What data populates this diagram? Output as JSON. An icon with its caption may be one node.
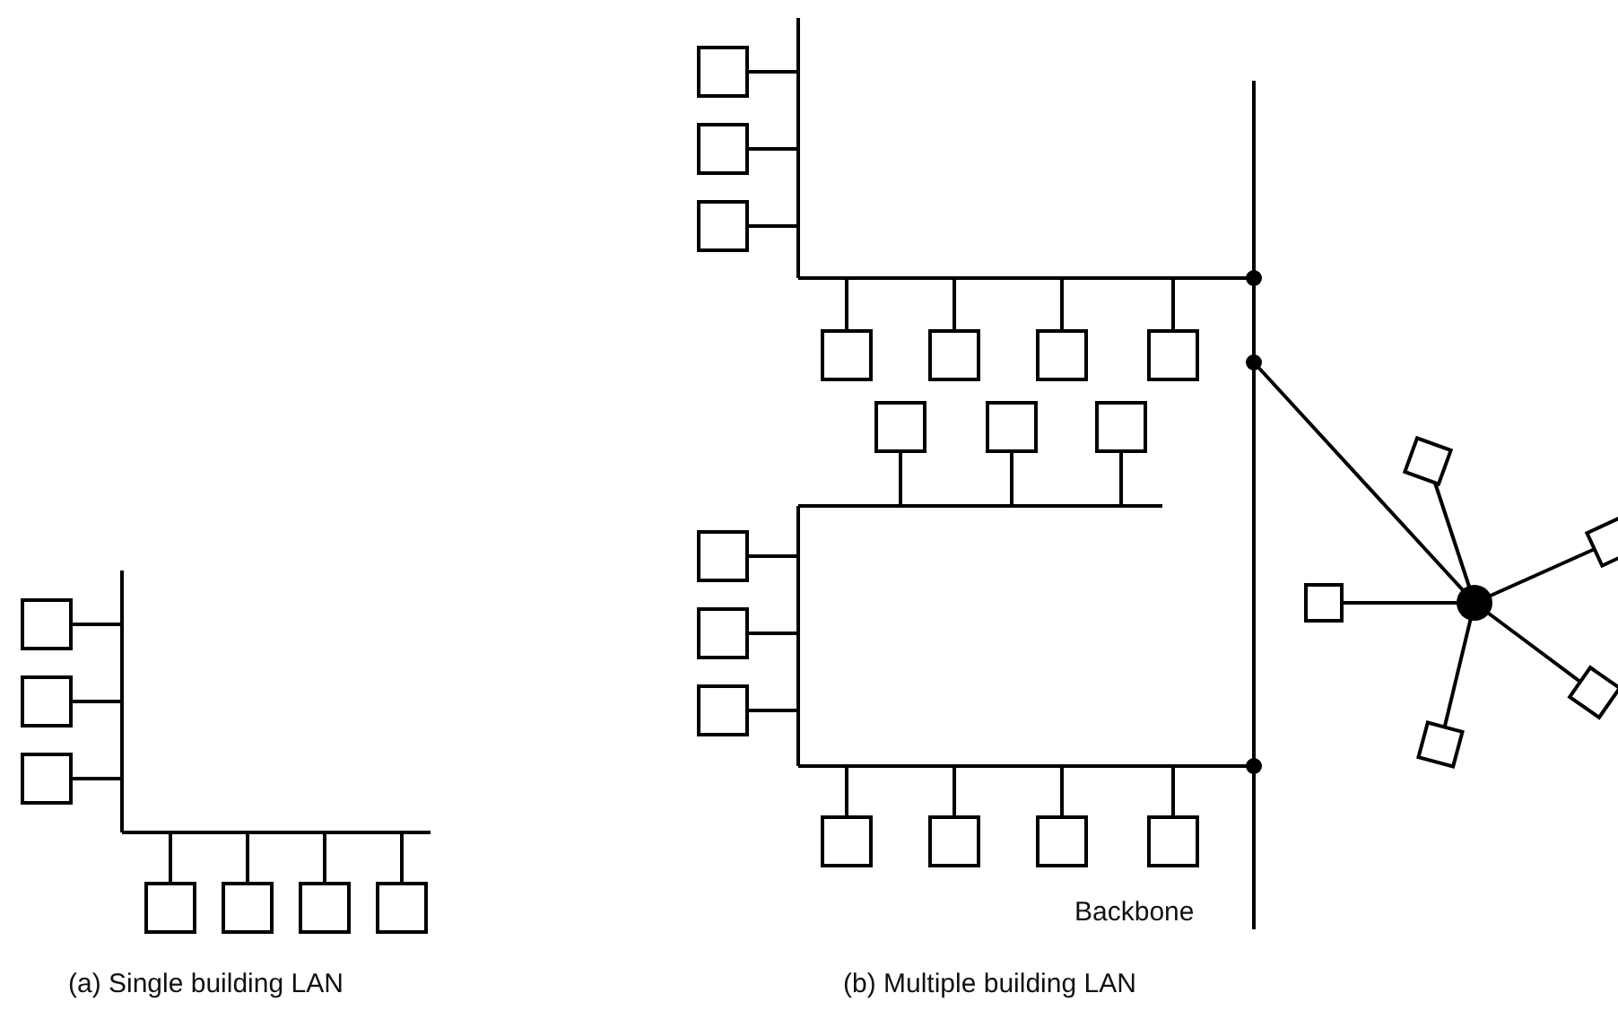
{
  "diagram": {
    "labels": [
      "Backbone",
      "(a) Single building LAN",
      "(b) Multiple building LAN"
    ]
  }
}
